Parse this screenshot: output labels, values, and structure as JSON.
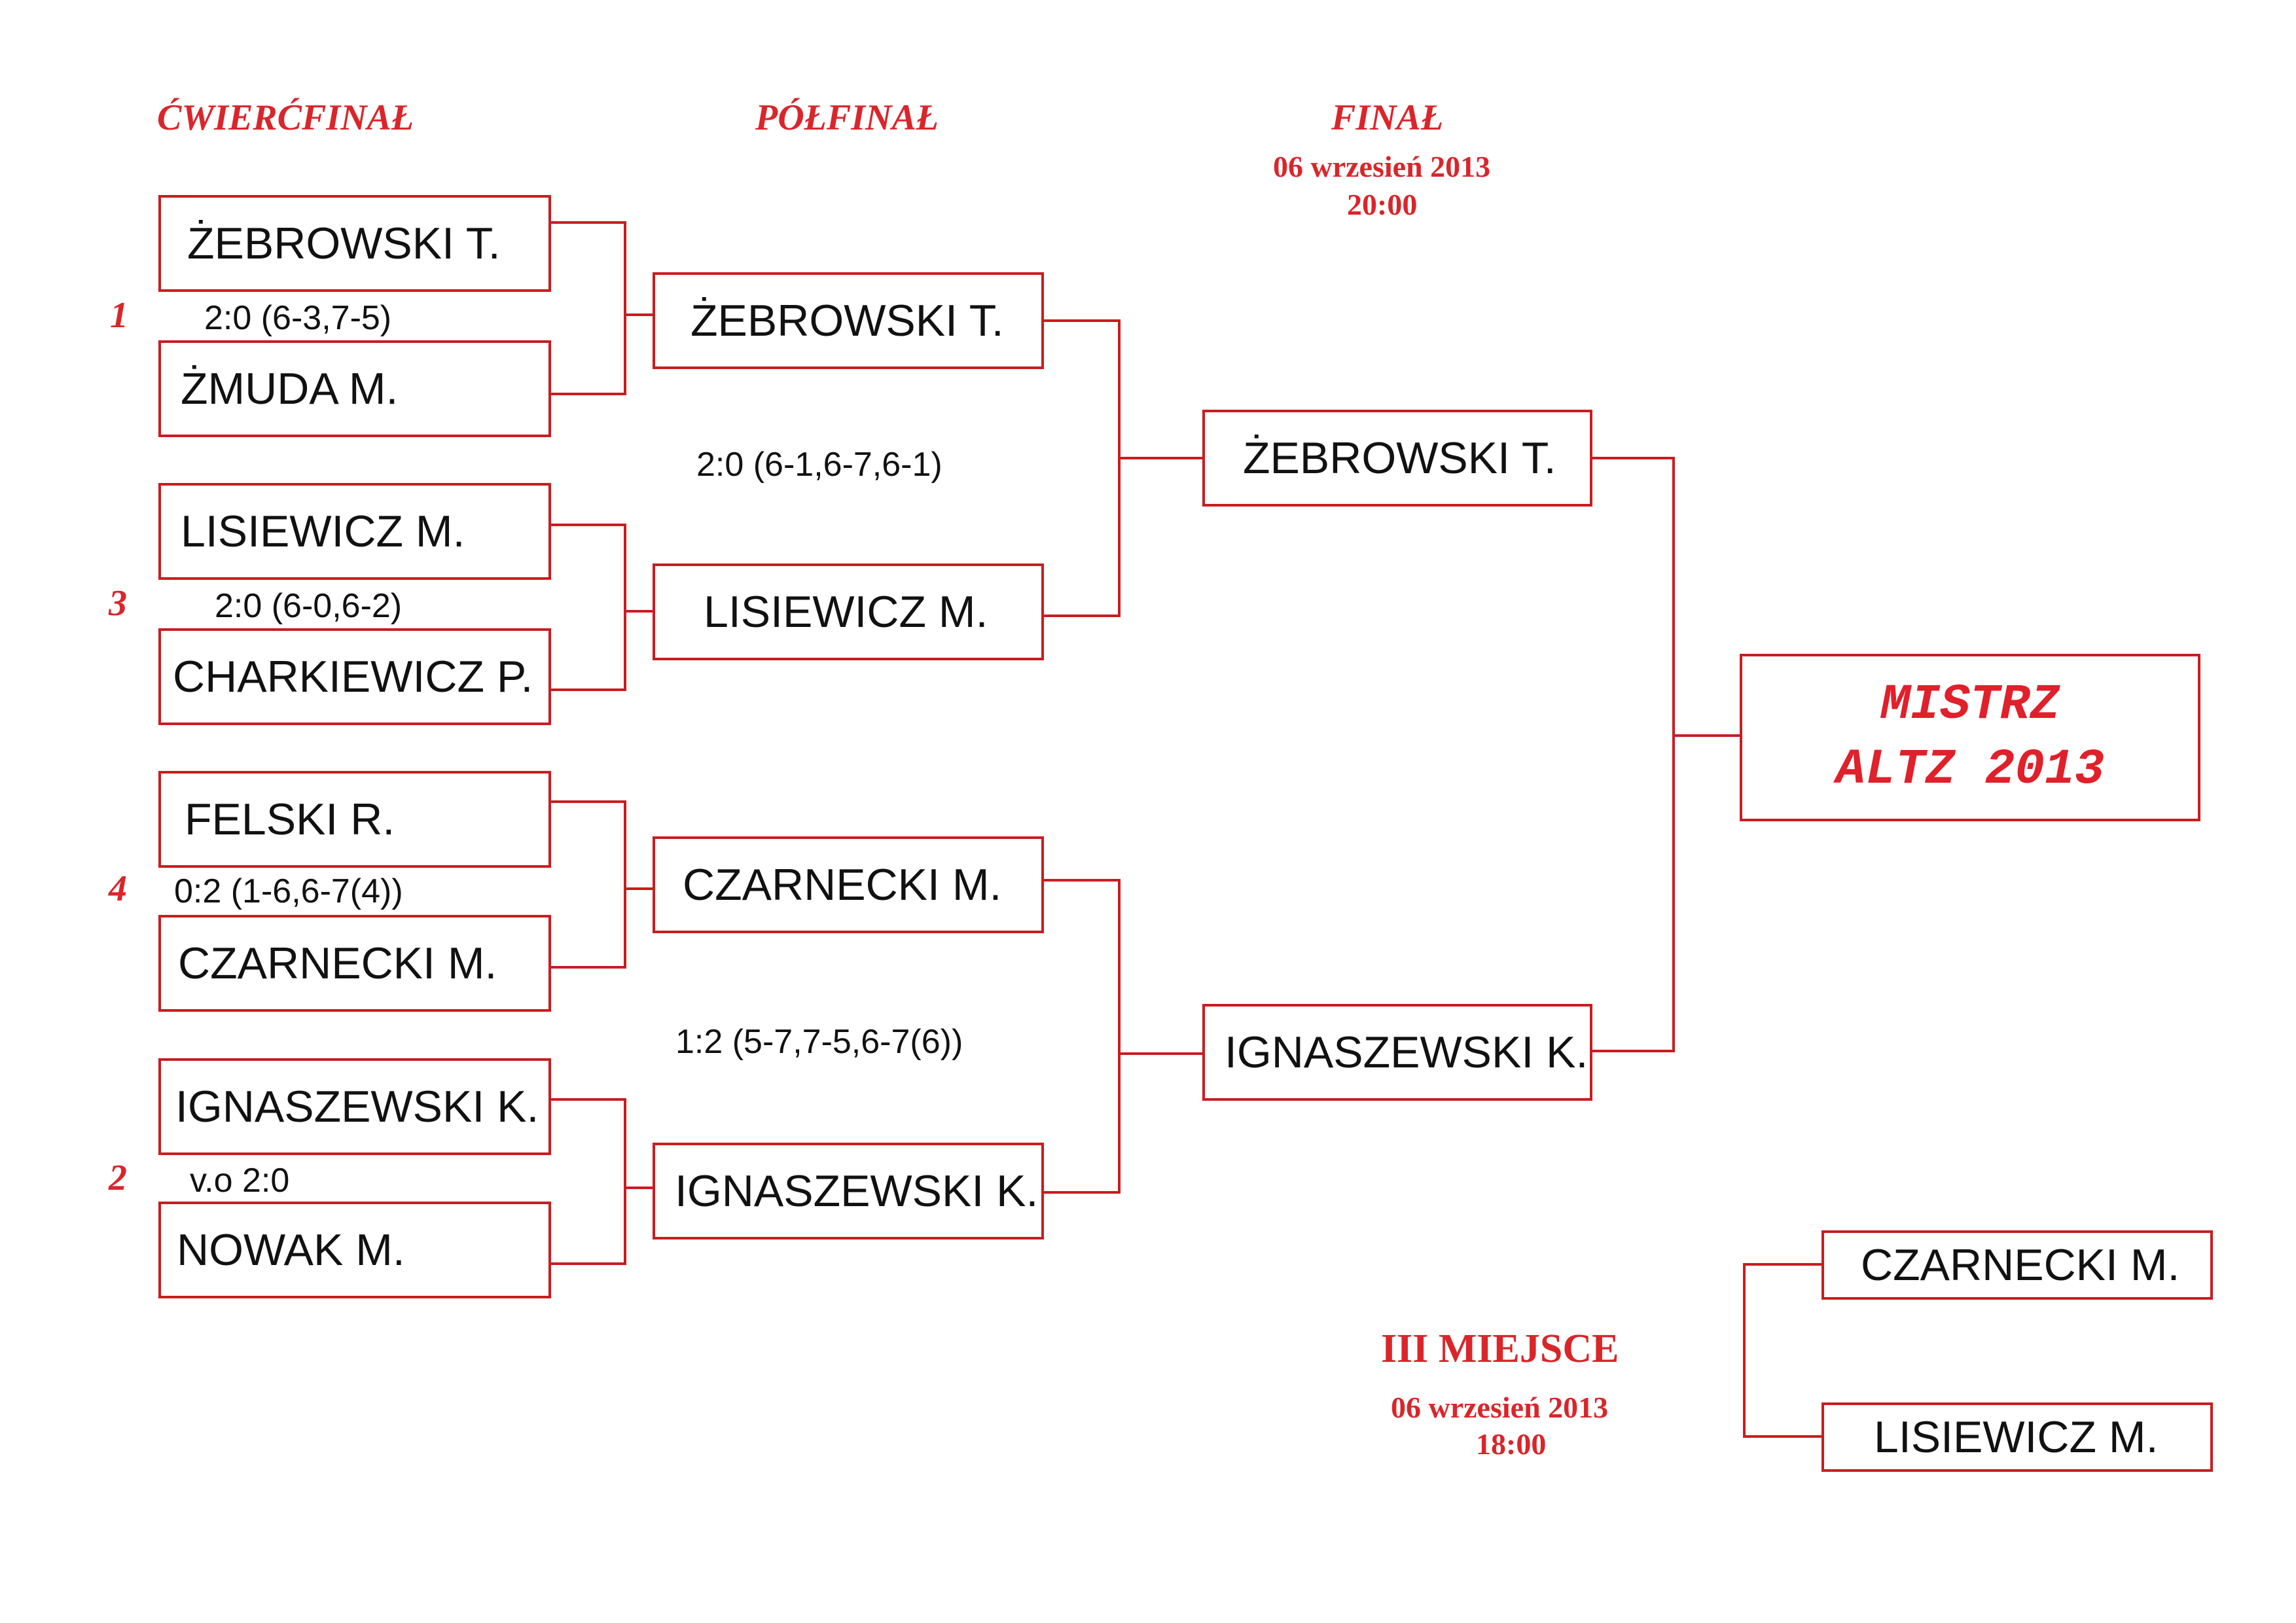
{
  "headers": {
    "quarterfinal": "ĆWIERĆFINAŁ",
    "semifinal": "PÓŁFINAŁ",
    "final": "FINAŁ",
    "final_date": "06 wrzesień 2013",
    "final_time": "20:00"
  },
  "quarterfinals": [
    {
      "seed": "1",
      "player_top": "ŻEBROWSKI T.",
      "player_bottom": "ŻMUDA M.",
      "score": "2:0 (6-3,7-5)"
    },
    {
      "seed": "3",
      "player_top": "LISIEWICZ M.",
      "player_bottom": "CHARKIEWICZ P.",
      "score": "2:0 (6-0,6-2)"
    },
    {
      "seed": "4",
      "player_top": "FELSKI R.",
      "player_bottom": "CZARNECKI M.",
      "score": "0:2 (1-6,6-7(4))"
    },
    {
      "seed": "2",
      "player_top": "IGNASZEWSKI K.",
      "player_bottom": "NOWAK M.",
      "score": "v.o 2:0"
    }
  ],
  "semifinals": [
    {
      "player_top": "ŻEBROWSKI T.",
      "player_bottom": "LISIEWICZ M.",
      "score": "2:0 (6-1,6-7,6-1)"
    },
    {
      "player_top": "CZARNECKI M.",
      "player_bottom": "IGNASZEWSKI K.",
      "score": "1:2 (5-7,7-5,6-7(6))"
    }
  ],
  "final": {
    "player_top": "ŻEBROWSKI T.",
    "player_bottom": "IGNASZEWSKI K."
  },
  "champion": {
    "line1": "MISTRZ",
    "line2": "ALTZ 2013"
  },
  "third_place": {
    "label": "III MIEJSCE",
    "date": "06 wrzesień 2013",
    "time": "18:00",
    "player_top": "CZARNECKI M.",
    "player_bottom": "LISIEWICZ M."
  },
  "colors": {
    "accent": "#c91d20",
    "text": "#111111"
  }
}
